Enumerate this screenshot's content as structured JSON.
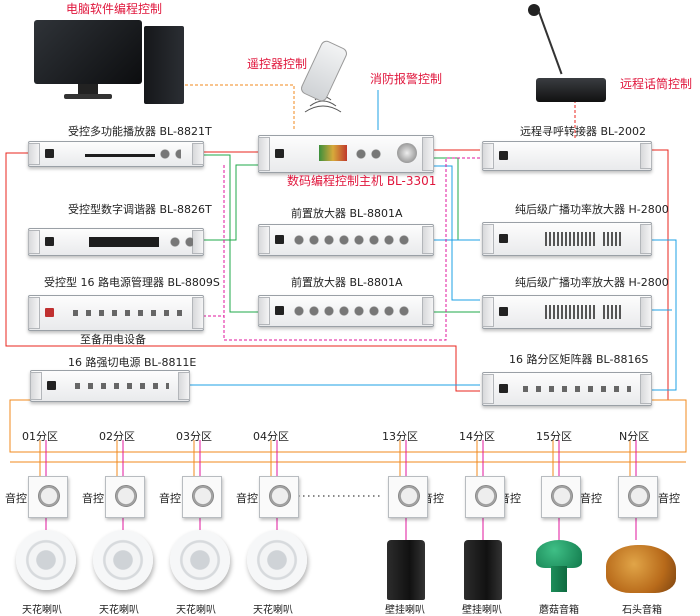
{
  "control_labels": {
    "pc": "电脑软件编程控制",
    "remote": "遥控器控制",
    "fire_alarm": "消防报警控制",
    "remote_mic": "远程话筒控制",
    "main_unit": "数码编程控制主机 BL-3301"
  },
  "devices": {
    "player": "受控多功能播放器 BL-8821T",
    "tuner": "受控型数字调谐器 BL-8826T",
    "power_mgr": "受控型 16 路电源管理器 BL-8809S",
    "power_mgr_note": "至备用电设备",
    "strong_cut": "16 路强切电源 BL-8811E",
    "pre_amp_1": "前置放大器 BL-8801A",
    "pre_amp_2": "前置放大器 BL-8801A",
    "paging_converter": "远程寻呼转接器 BL-2002",
    "power_amp_1": "纯后级广播功率放大器 H-2800",
    "power_amp_2": "纯后级广播功率放大器 H-2800",
    "matrix": "16 路分区矩阵器 BL-8816S"
  },
  "zones": [
    "01分区",
    "02分区",
    "03分区",
    "04分区",
    "13分区",
    "14分区",
    "15分区",
    "N分区"
  ],
  "volume_label": "音控",
  "speakers": [
    "天花喇叭",
    "天花喇叭",
    "天花喇叭",
    "天花喇叭",
    "壁挂喇叭",
    "壁挂喇叭",
    "蘑菇音箱",
    "石头音箱"
  ],
  "colors": {
    "label_red": "#e0163c",
    "wire_red": "#e8241c",
    "wire_green": "#1fa84a",
    "wire_blue": "#1ea0e6",
    "wire_magenta": "#e0169c",
    "wire_orange": "#f08a1c",
    "wire_pink": "#f4a9c8"
  }
}
